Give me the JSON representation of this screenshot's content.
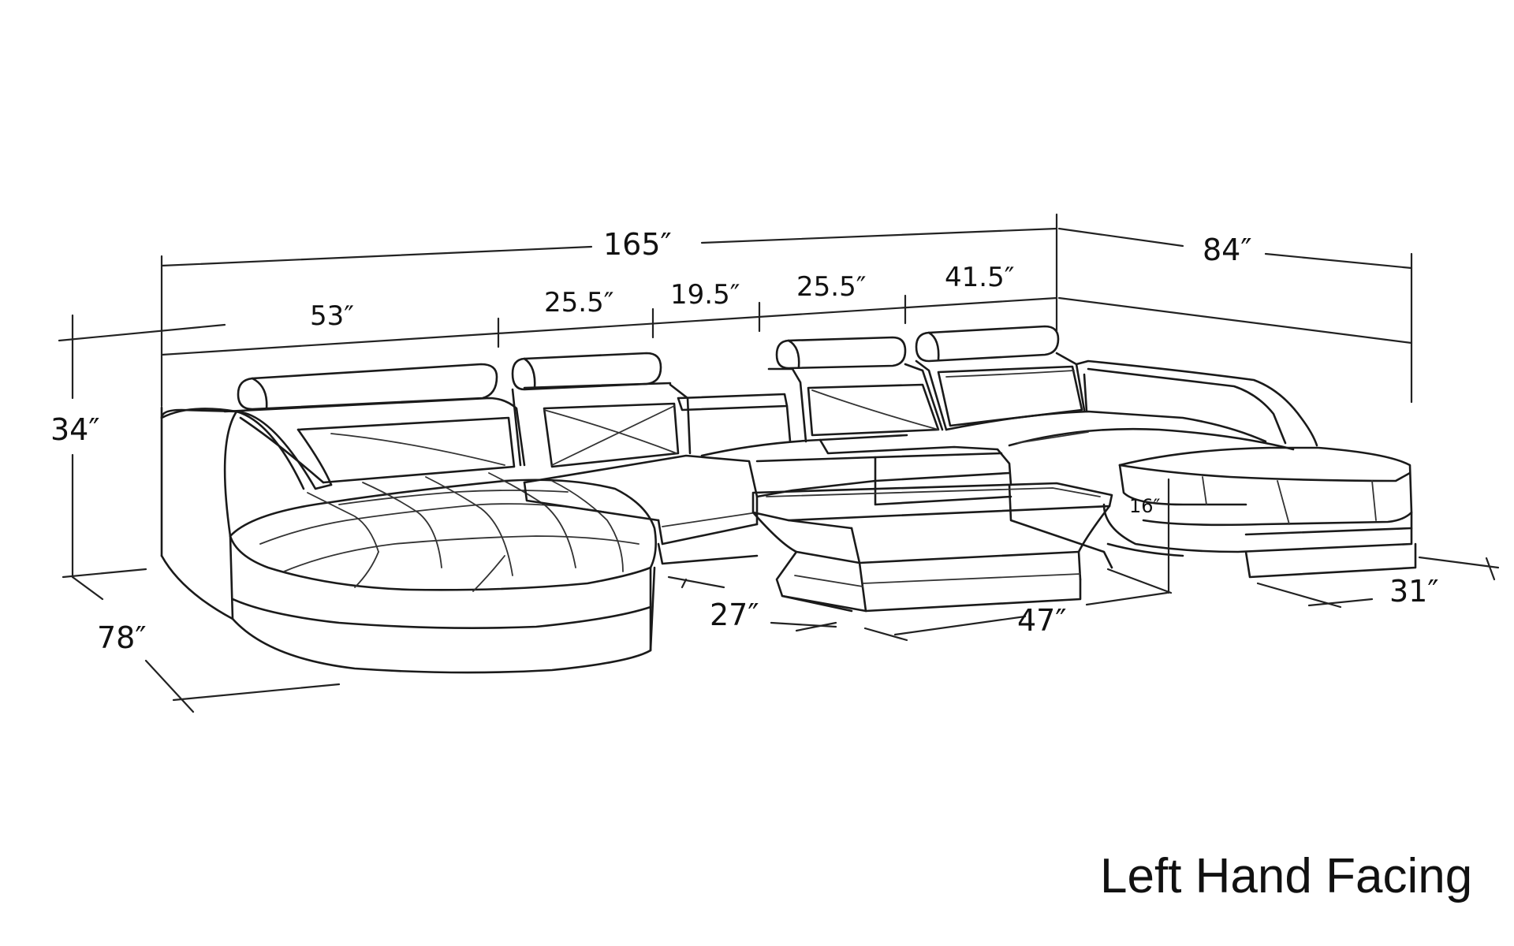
{
  "dimensions": {
    "total_width": "165″",
    "right_depth": "84″",
    "chaise_width": "53″",
    "seat_a": "25.5″",
    "console": "19.5″",
    "seat_b": "25.5″",
    "corner": "41.5″",
    "height": "34″",
    "left_depth": "78″",
    "table_depth": "27″",
    "table_width": "47″",
    "table_height": "16″",
    "chaise_right_width": "31″"
  },
  "caption": "Left Hand Facing",
  "icons": [
    "sofa-line-drawing"
  ]
}
